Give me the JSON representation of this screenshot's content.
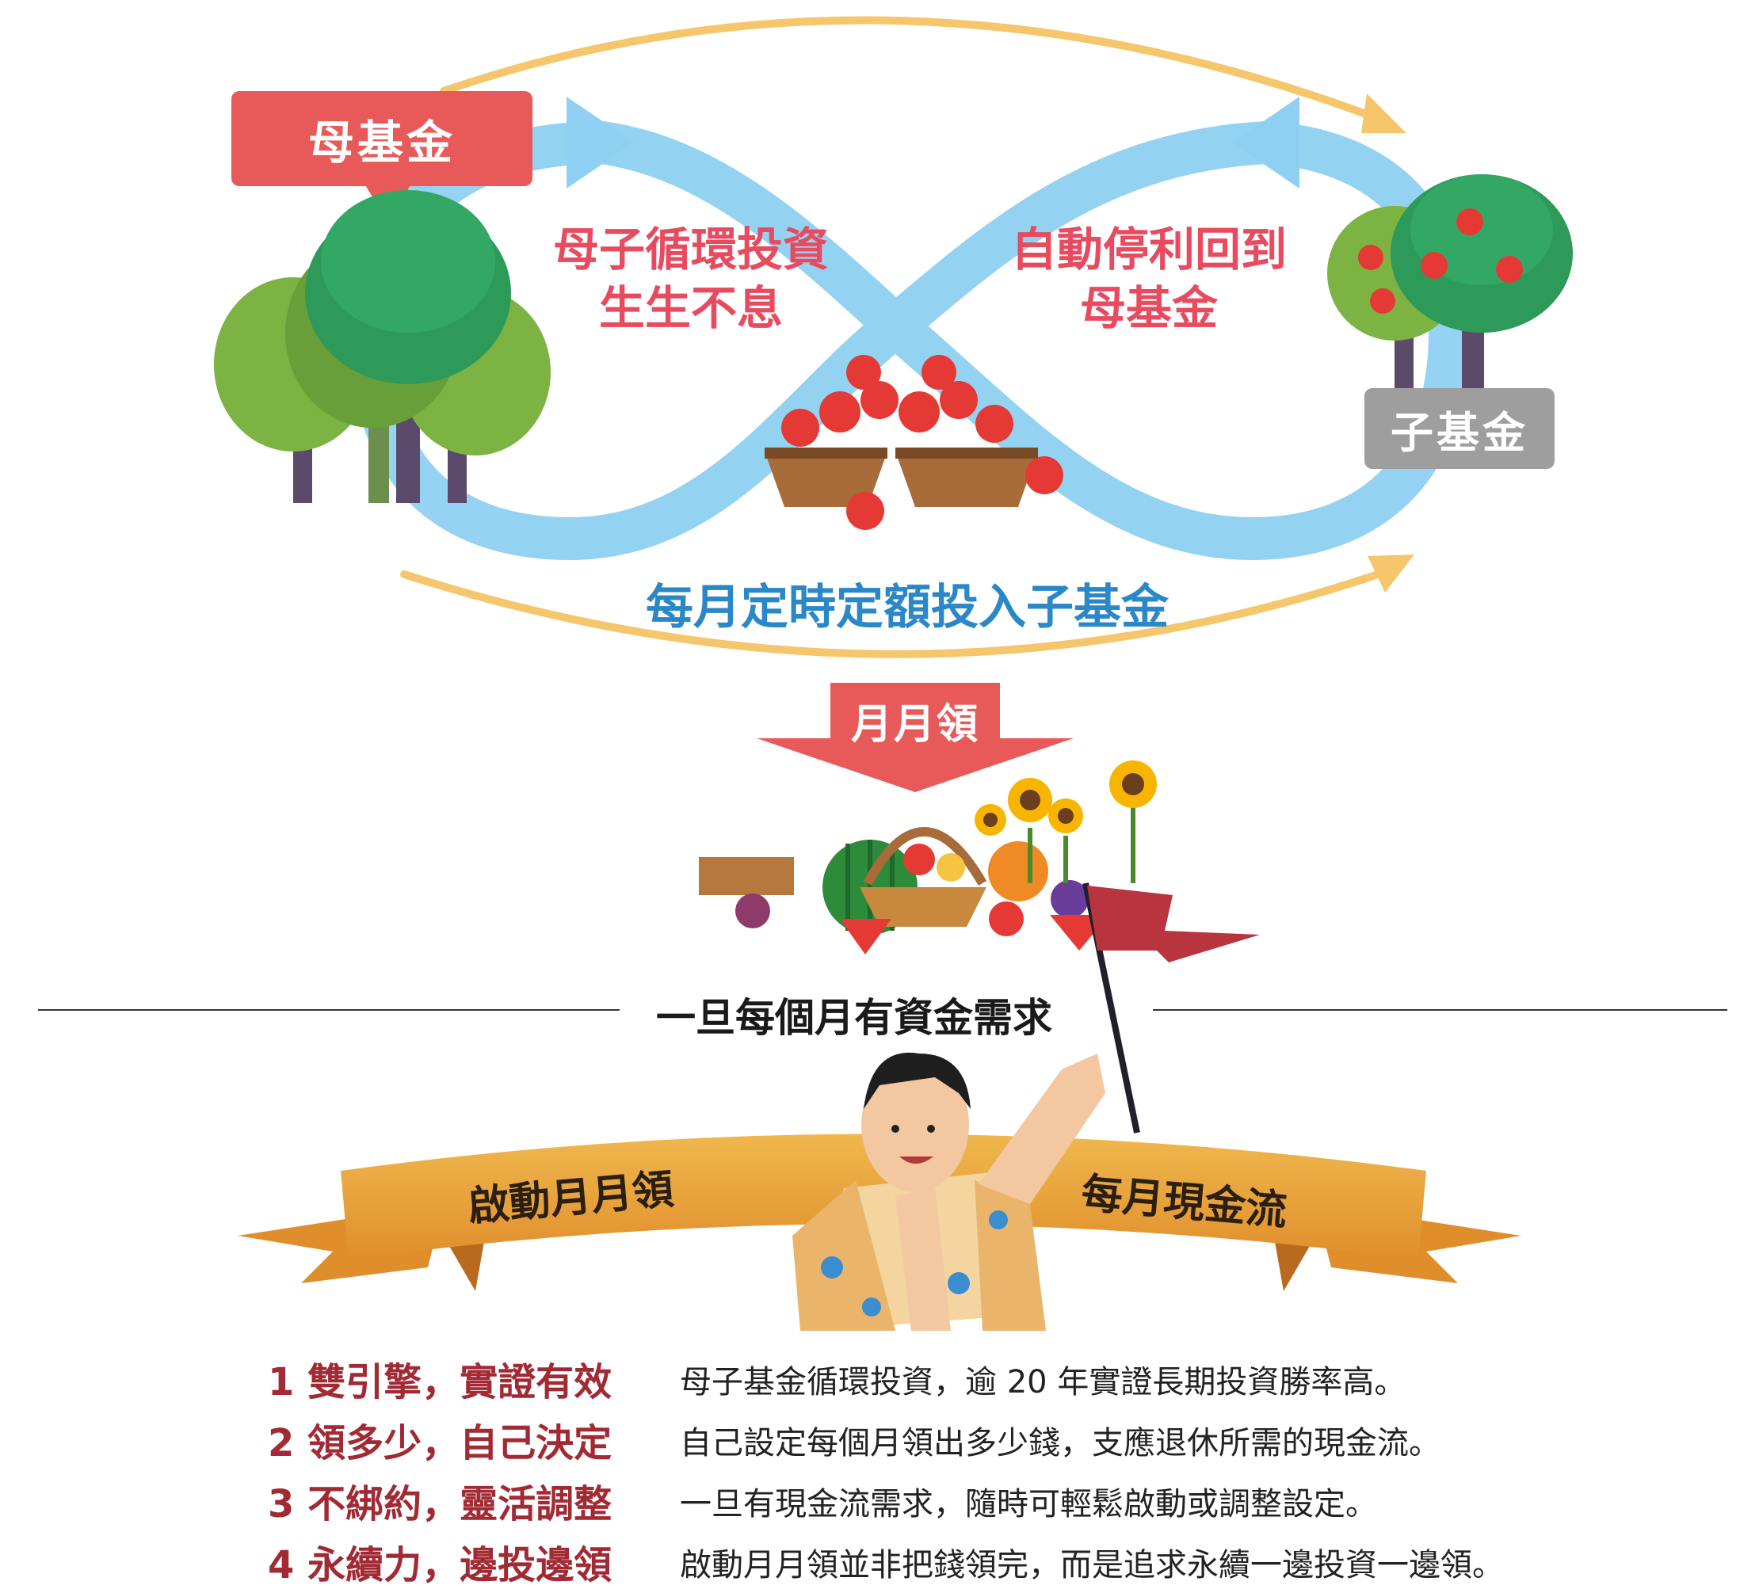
{
  "cycle": {
    "mother_label": "母基金",
    "child_label": "子基金",
    "left_caption": [
      "母子循環投資",
      "生生不息"
    ],
    "right_caption": [
      "自動停利回到",
      "母基金"
    ],
    "bottom_caption": "每月定時定額投入子基金",
    "monthly_arrow_label": "月月領"
  },
  "section_heading": "一旦每個月有資金需求",
  "ribbon": {
    "left": "啟動月月領",
    "right": "每月現金流"
  },
  "features": [
    {
      "title": "1 雙引擎，實證有效",
      "desc": "母子基金循環投資，逾 20 年實證長期投資勝率高。"
    },
    {
      "title": "2 領多少，自己決定",
      "desc": "自己設定每個月領出多少錢，支應退休所需的現金流。"
    },
    {
      "title": "3 不綁約，靈活調整",
      "desc": "一旦有現金流需求，隨時可輕鬆啟動或調整設定。"
    },
    {
      "title": "4 永續力，邊投邊領",
      "desc": "啟動月月領並非把錢領完，而是追求永續一邊投資一邊領。"
    }
  ],
  "colors": {
    "mother_box": "#e85a5a",
    "child_box": "#9e9e9e",
    "loop_blue": "#8fd0f2",
    "orbit_yellow": "#f5c66b",
    "accent_red": "#e84a5f",
    "bottom_caption_blue": "#2a87c8",
    "feature_title_red": "#a22a34",
    "ribbon_orange": "#e99a35"
  },
  "icons": [
    "tree-icon",
    "apple-tree-icon",
    "apple-basket-icon",
    "fruit-vegetable-icon",
    "sunflower-icon",
    "flag-icon",
    "man-icon",
    "ribbon-banner-icon"
  ]
}
